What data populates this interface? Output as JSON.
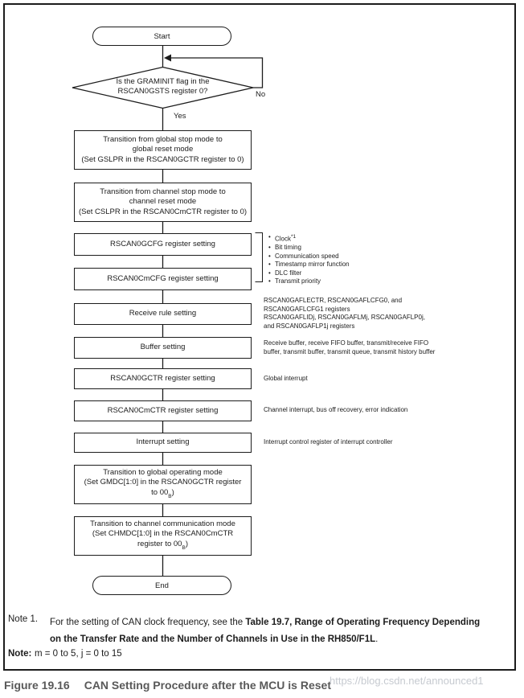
{
  "figure": {
    "caption_label": "Figure 19.16",
    "caption_title": "CAN Setting Procedure after the MCU is Reset",
    "watermark": "https://blog.csdn.net/announced1"
  },
  "flow": {
    "start_label": "Start",
    "end_label": "End",
    "decision": {
      "line1": "Is the GRAMINIT flag in the",
      "line2": "RSCAN0GSTS register 0?",
      "no_label": "No",
      "yes_label": "Yes"
    },
    "boxes": {
      "b1": "Transition from global stop mode to\nglobal reset mode\n(Set GSLPR in the RSCAN0GCTR register to 0)",
      "b2": "Transition from channel stop mode to\nchannel reset mode\n(Set CSLPR in the RSCAN0CmCTR register to 0)",
      "b3": "RSCAN0GCFG register setting",
      "b4": "RSCAN0CmCFG register setting",
      "b5": "Receive rule setting",
      "b6": "Buffer setting",
      "b7": "RSCAN0GCTR register setting",
      "b8": "RSCAN0CmCTR register setting",
      "b9": "Interrupt setting",
      "b10": {
        "l12": "Transition to global operating mode\n(Set GMDC[1:0] in the RSCAN0GCTR register",
        "l3pre": "to 00",
        "l3sub": "B",
        "l3post": ")"
      },
      "b11": {
        "l12": "Transition to channel communication mode\n(Set CHMDC[1:0] in the RSCAN0CmCTR",
        "l3pre": "register to 00",
        "l3sub": "B",
        "l3post": ")"
      }
    }
  },
  "annotations": {
    "bullets": {
      "marker": "•",
      "clock": "Clock",
      "clock_sup": "*1",
      "items": [
        "Bit timing",
        "Communication speed",
        "Timestamp mirror function",
        "DLC filter",
        "Transmit priority"
      ]
    },
    "receive_rule": "RSCAN0GAFLECTR, RSCAN0GAFLCFG0, and\nRSCAN0GAFLCFG1 registers\nRSCAN0GAFLIDj, RSCAN0GAFLMj, RSCAN0GAFLP0j,\nand RSCAN0GAFLP1j registers",
    "buffer": "Receive buffer, receive FIFO buffer, transmit/receive FIFO\nbuffer, transmit buffer, transmit queue, transmit history buffer",
    "gctr": "Global interrupt",
    "cmctr": "Channel interrupt, bus off recovery, error indication",
    "interrupt": "Interrupt control register of interrupt controller"
  },
  "notes": {
    "note1_label": "Note 1.",
    "note1_pre": "For the setting of CAN clock frequency, see the ",
    "note1_bold1": "Table 19.7, Range of Operating Frequency Depending",
    "note1_bold2": "on the Transfer Rate and the Number of Channels in Use in the RH850/F1L",
    "note1_post": ".",
    "note2_label": "Note:",
    "note2_text": "m = 0 to 5, j = 0 to 15"
  },
  "colors": {
    "line": "#1c1c1c",
    "caption": "#595959",
    "watermark": "#c6cad0"
  }
}
